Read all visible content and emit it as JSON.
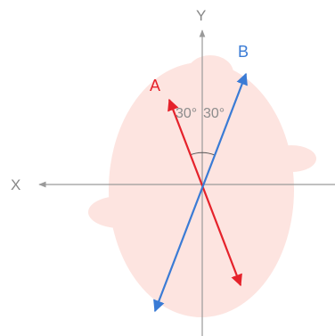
{
  "axes": {
    "x_label": "X",
    "y_label": "Y"
  },
  "lines": [
    {
      "label": "A",
      "color": "#e5222b",
      "angle_from_y_deg": 30,
      "direction": "left"
    },
    {
      "label": "B",
      "color": "#3a7bd5",
      "angle_from_y_deg": 30,
      "direction": "right"
    }
  ],
  "angles": {
    "left": "30°",
    "right": "30°"
  },
  "shape": {
    "fill": "#fde4e0"
  },
  "axis_color": "#9a9a9a"
}
